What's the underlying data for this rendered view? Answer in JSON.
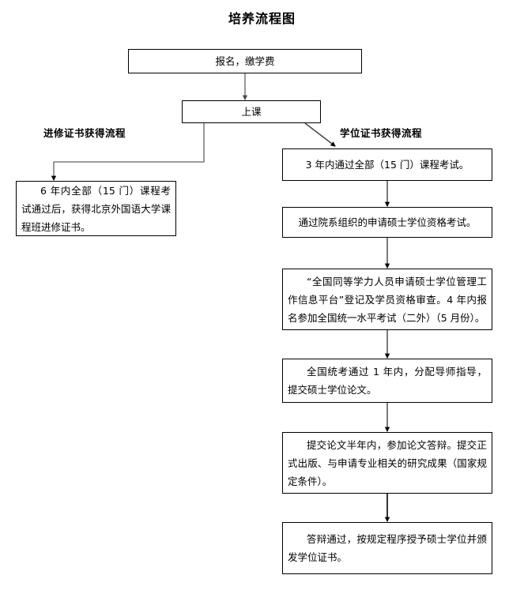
{
  "title": "培养流程图",
  "branch_labels": {
    "left": "进修证书获得流程",
    "right": "学位证书获得流程"
  },
  "nodes": {
    "enroll": "报名，缴学费",
    "class": "上课",
    "left_cert": "6 年内全部（15 门）课程考试通过后，获得北京外国语大学课程班进修证书。",
    "right1": "3 年内通过全部（15 门）课程考试。",
    "right2": "通过院系组织的申请硕士学位资格考试。",
    "right3": "“全国同等学力人员申请硕士学位管理工作信息平台”登记及学员资格审查。4 年内报名参加全国统一水平考试（二外）（5 月份）。",
    "right4": "全国统考通过 1 年内，分配导师指导，提交硕士学位论文。",
    "right5": "提交论文半年内，参加论文答辩。提交正式出版、与申请专业相关的研究成果（国家规定条件）。",
    "right6": "答辩通过，按规定程序授予硕士学位并颁发学位证书。"
  },
  "colors": {
    "stroke": "#000000",
    "connector": "#595959",
    "background": "#ffffff"
  }
}
